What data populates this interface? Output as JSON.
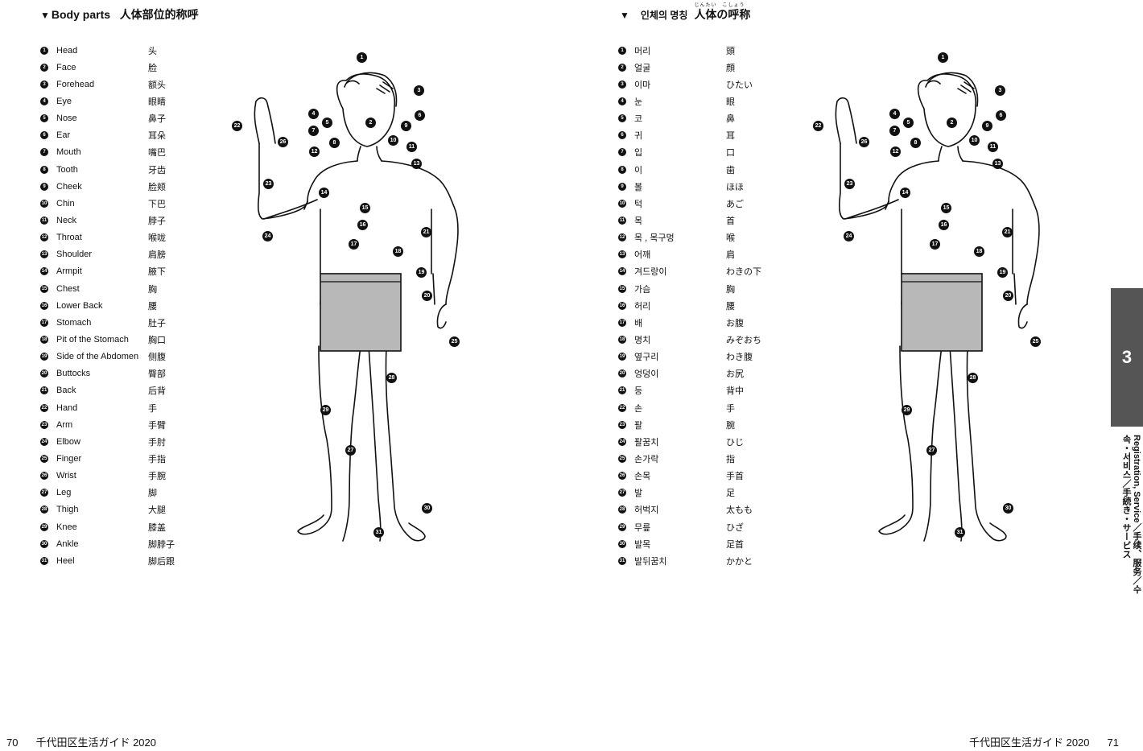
{
  "left": {
    "heading_marker": "▼",
    "heading_en": "Body parts",
    "heading_zh": "人体部位的称呼",
    "page_number": "70",
    "footer_title": "千代田区生活ガイド 2020",
    "terms": [
      {
        "num": "1",
        "en": "Head",
        "zh": "头"
      },
      {
        "num": "2",
        "en": "Face",
        "zh": "脸"
      },
      {
        "num": "3",
        "en": "Forehead",
        "zh": "额头"
      },
      {
        "num": "4",
        "en": "Eye",
        "zh": "眼睛"
      },
      {
        "num": "5",
        "en": "Nose",
        "zh": "鼻子"
      },
      {
        "num": "6",
        "en": "Ear",
        "zh": "耳朵"
      },
      {
        "num": "7",
        "en": "Mouth",
        "zh": "嘴巴"
      },
      {
        "num": "8",
        "en": "Tooth",
        "zh": "牙齿"
      },
      {
        "num": "9",
        "en": "Cheek",
        "zh": "脸颊"
      },
      {
        "num": "10",
        "en": "Chin",
        "zh": "下巴"
      },
      {
        "num": "11",
        "en": "Neck",
        "zh": "脖子"
      },
      {
        "num": "12",
        "en": "Throat",
        "zh": "喉咙"
      },
      {
        "num": "13",
        "en": "Shoulder",
        "zh": "肩膀"
      },
      {
        "num": "14",
        "en": "Armpit",
        "zh": "腋下"
      },
      {
        "num": "15",
        "en": "Chest",
        "zh": "胸"
      },
      {
        "num": "16",
        "en": "Lower Back",
        "zh": "腰"
      },
      {
        "num": "17",
        "en": "Stomach",
        "zh": "肚子"
      },
      {
        "num": "18",
        "en": "Pit of the Stomach",
        "zh": "胸口"
      },
      {
        "num": "19",
        "en": "Side of the Abdomen",
        "zh": "侧腹"
      },
      {
        "num": "20",
        "en": "Buttocks",
        "zh": "臀部"
      },
      {
        "num": "21",
        "en": "Back",
        "zh": "后背"
      },
      {
        "num": "22",
        "en": "Hand",
        "zh": "手"
      },
      {
        "num": "23",
        "en": "Arm",
        "zh": "手臂"
      },
      {
        "num": "24",
        "en": "Elbow",
        "zh": "手肘"
      },
      {
        "num": "25",
        "en": "Finger",
        "zh": "手指"
      },
      {
        "num": "26",
        "en": "Wrist",
        "zh": "手腕"
      },
      {
        "num": "27",
        "en": "Leg",
        "zh": "脚"
      },
      {
        "num": "28",
        "en": "Thigh",
        "zh": "大腿"
      },
      {
        "num": "29",
        "en": "Knee",
        "zh": "膝盖"
      },
      {
        "num": "30",
        "en": "Ankle",
        "zh": "脚脖子"
      },
      {
        "num": "31",
        "en": "Heel",
        "zh": "脚后跟"
      }
    ]
  },
  "right": {
    "heading_marker": "▼",
    "heading_ko": "인체의 명칭",
    "heading_ja": "人体の呼称",
    "heading_ruby": "じんたい　こしょう",
    "page_number": "71",
    "footer_title": "千代田区生活ガイド 2020",
    "chapter_number": "3",
    "chapter_title": "Registration, Service／手续、服务／수속・서비스／手続き・サービス",
    "terms": [
      {
        "num": "1",
        "ko": "머리",
        "ja": "頭"
      },
      {
        "num": "2",
        "ko": "얼굴",
        "ja": "顔"
      },
      {
        "num": "3",
        "ko": "이마",
        "ja": "ひたい"
      },
      {
        "num": "4",
        "ko": "눈",
        "ja": "眼"
      },
      {
        "num": "5",
        "ko": "코",
        "ja": "鼻"
      },
      {
        "num": "6",
        "ko": "귀",
        "ja": "耳"
      },
      {
        "num": "7",
        "ko": "입",
        "ja": "口"
      },
      {
        "num": "8",
        "ko": "이",
        "ja": "歯"
      },
      {
        "num": "9",
        "ko": "볼",
        "ja": "ほほ"
      },
      {
        "num": "10",
        "ko": "턱",
        "ja": "あご"
      },
      {
        "num": "11",
        "ko": "목",
        "ja": "首"
      },
      {
        "num": "12",
        "ko": "목 , 목구멍",
        "ja": "喉"
      },
      {
        "num": "13",
        "ko": "어깨",
        "ja": "肩"
      },
      {
        "num": "14",
        "ko": "겨드랑이",
        "ja": "わきの下"
      },
      {
        "num": "15",
        "ko": "가슴",
        "ja": "胸"
      },
      {
        "num": "16",
        "ko": "허리",
        "ja": "腰"
      },
      {
        "num": "17",
        "ko": "배",
        "ja": "お腹"
      },
      {
        "num": "18",
        "ko": "명치",
        "ja": "みぞおち"
      },
      {
        "num": "19",
        "ko": "옆구리",
        "ja": "わき腹"
      },
      {
        "num": "20",
        "ko": "엉덩이",
        "ja": "お尻"
      },
      {
        "num": "21",
        "ko": "등",
        "ja": "背中"
      },
      {
        "num": "22",
        "ko": "손",
        "ja": "手"
      },
      {
        "num": "23",
        "ko": "팔",
        "ja": "腕"
      },
      {
        "num": "24",
        "ko": "팔꿈치",
        "ja": "ひじ"
      },
      {
        "num": "25",
        "ko": "손가락",
        "ja": "指"
      },
      {
        "num": "26",
        "ko": "손목",
        "ja": "手首"
      },
      {
        "num": "27",
        "ko": "발",
        "ja": "足"
      },
      {
        "num": "28",
        "ko": "허벅지",
        "ja": "太もも"
      },
      {
        "num": "29",
        "ko": "무릎",
        "ja": "ひざ"
      },
      {
        "num": "30",
        "ko": "발목",
        "ja": "足首"
      },
      {
        "num": "31",
        "ko": "발뒤꿈치",
        "ja": "かかと"
      }
    ]
  },
  "figure_callouts": [
    "1",
    "2",
    "3",
    "4",
    "5",
    "6",
    "7",
    "8",
    "9",
    "10",
    "11",
    "12",
    "13",
    "14",
    "15",
    "16",
    "17",
    "18",
    "19",
    "20",
    "21",
    "22",
    "23",
    "24",
    "25",
    "26",
    "27",
    "28",
    "29",
    "30",
    "31"
  ],
  "colors": {
    "ink": "#111111",
    "shorts": "#b8b8b8",
    "tab": "#555555"
  }
}
